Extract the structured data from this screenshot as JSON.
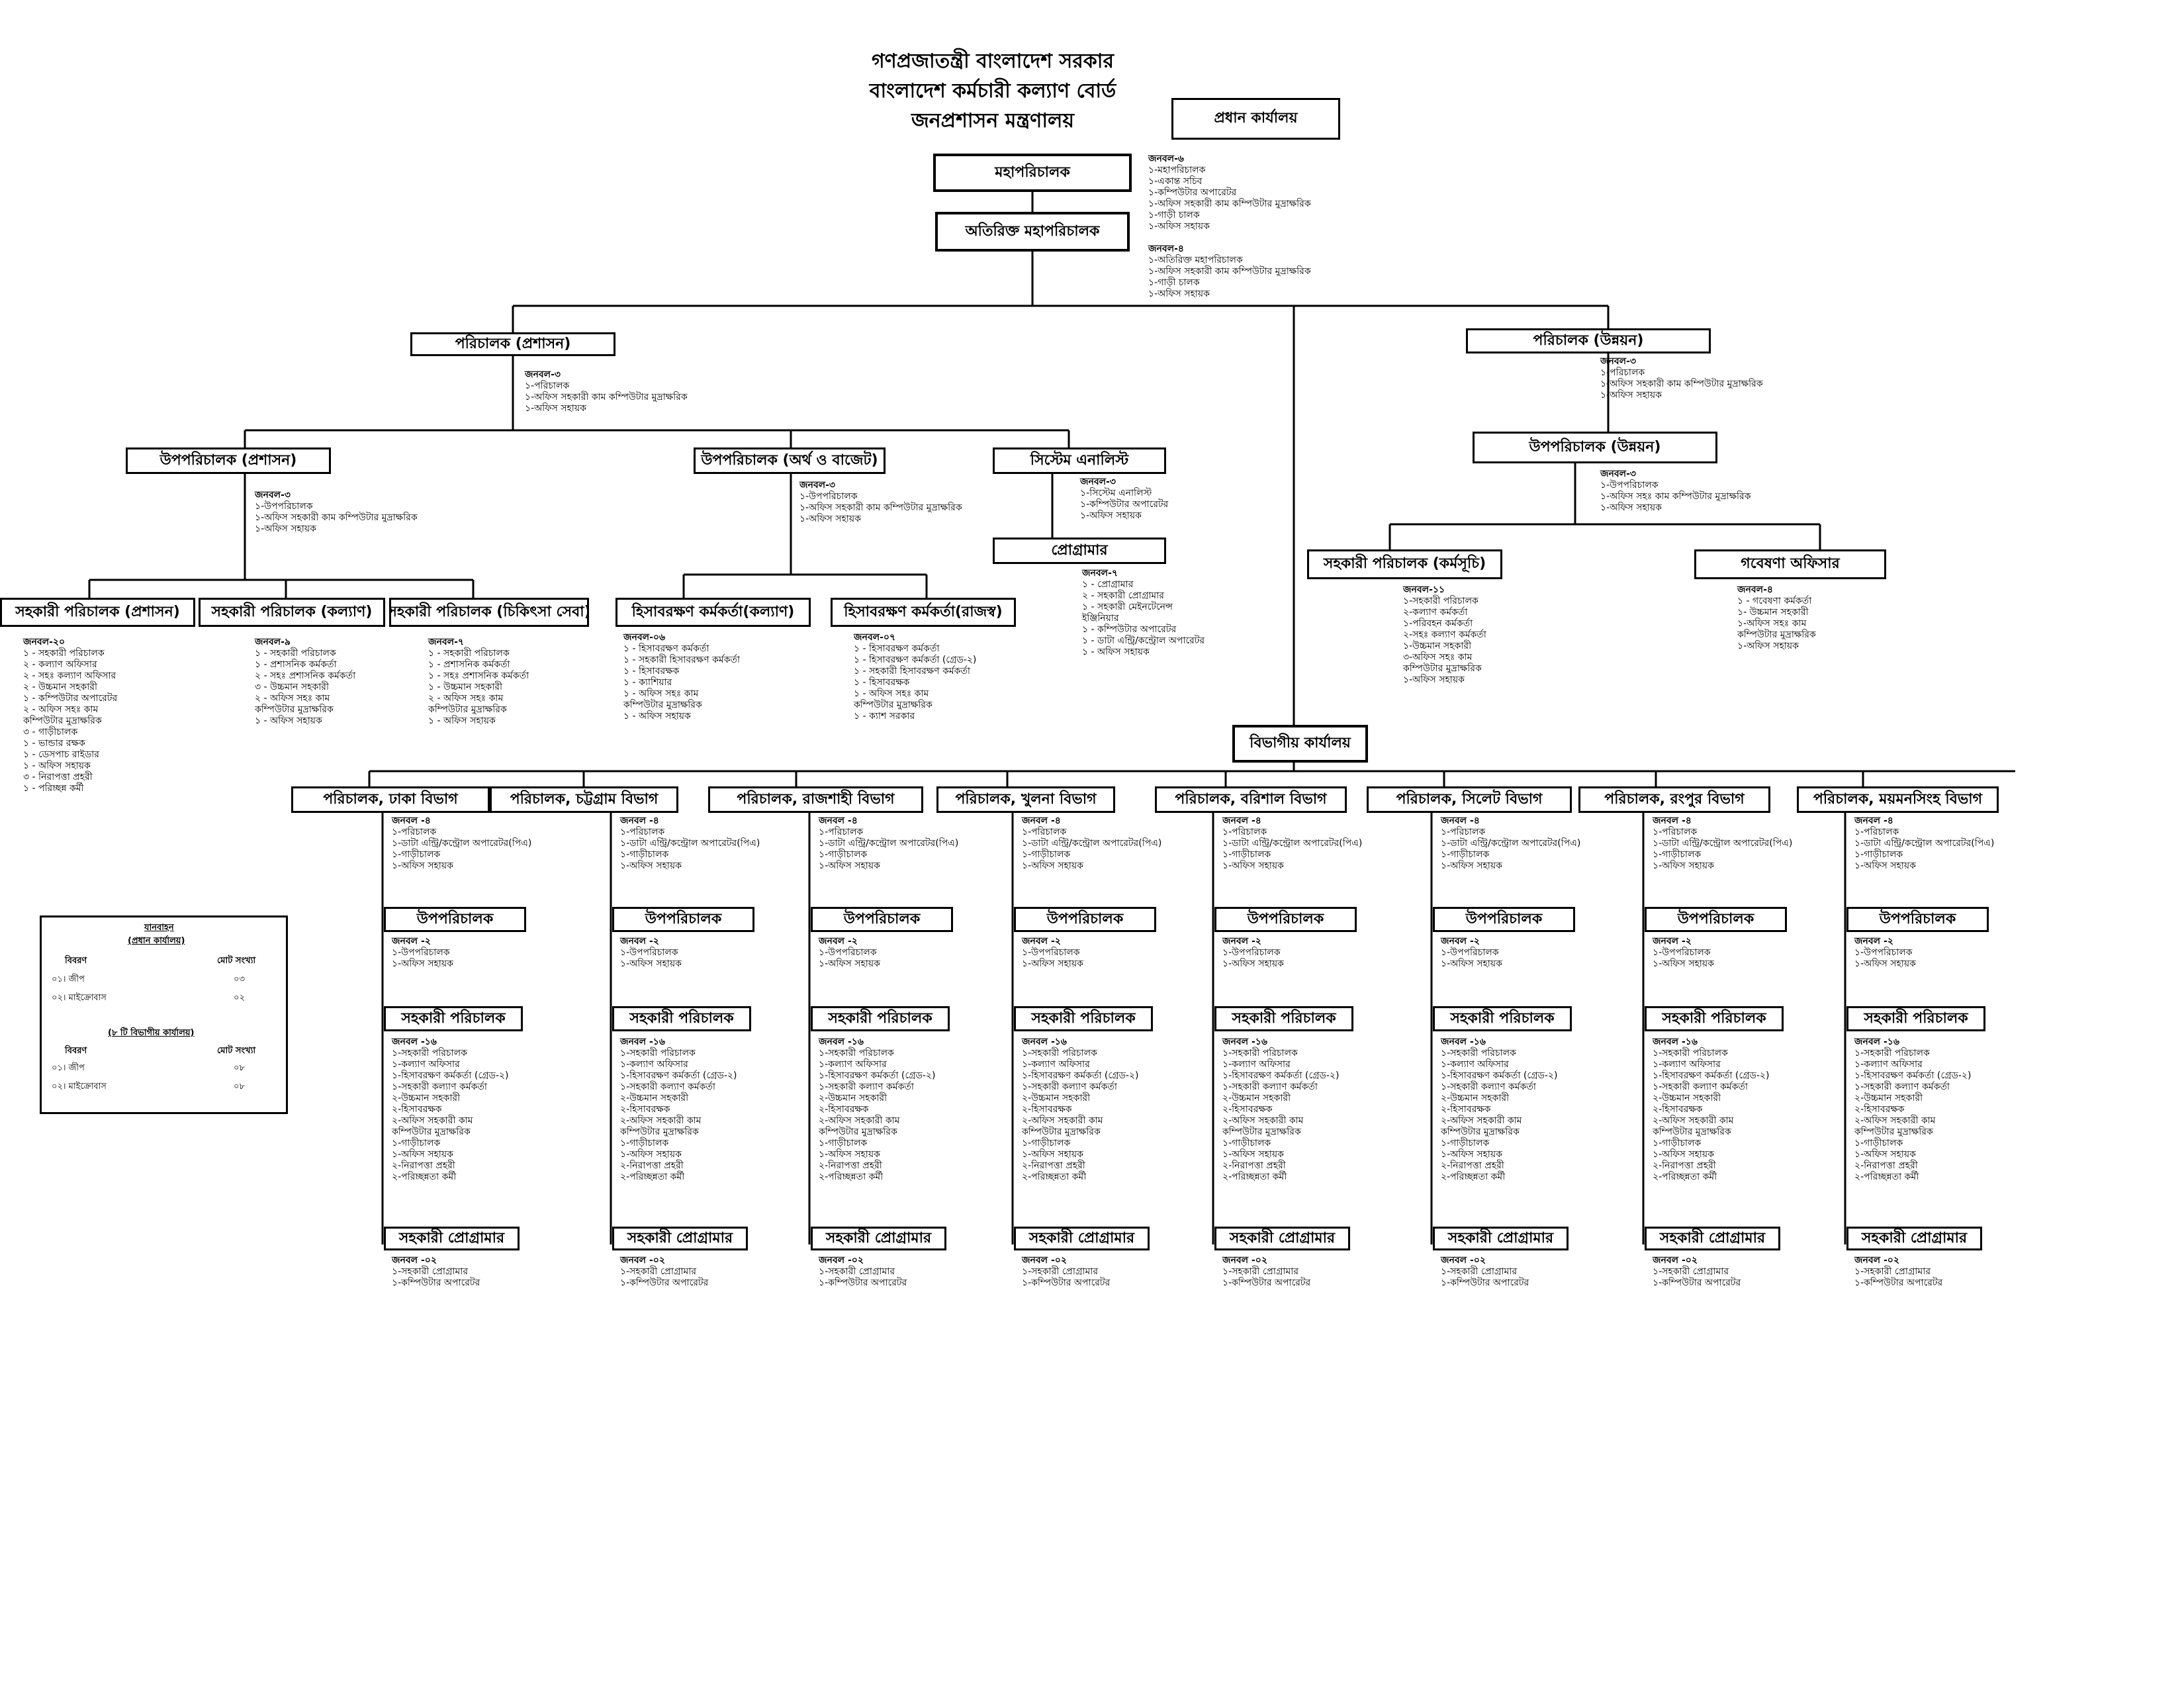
{
  "header": {
    "line1": "গণপ্রজাতন্ত্রী বাংলাদেশ সরকার",
    "line2": "বাংলাদেশ কর্মচারী কল্যাণ বোর্ড",
    "line3": "জনপ্রশাসন মন্ত্রণালয়"
  },
  "head_office_label": "প্রধান কার্যালয়",
  "nodes": {
    "dg": "মহাপরিচালক",
    "adg": "অতিরিক্ত মহাপরিচালক",
    "dir_admin": "পরিচালক (প্রশাসন)",
    "dir_dev": "পরিচালক (উন্নয়ন)",
    "dd_admin": "উপপরিচালক (প্রশাসন)",
    "dd_fin": "উপপরিচালক (অর্থ ও বাজেট)",
    "sys_analyst": "সিস্টেম এনালিস্ট",
    "programmer": "প্রোগ্রামার",
    "dd_dev": "উপপরিচালক (উন্নয়ন)",
    "ad_admin": "সহকারী পরিচালক (প্রশাসন)",
    "ad_welfare": "সহকারী পরিচালক (কল্যাণ)",
    "ad_medical": "সহকারী পরিচালক (চিকিৎসা সেবা)",
    "ao_welfare": "হিসাবরক্ষণ কর্মকর্তা(কল্যাণ)",
    "ao_revenue": "হিসাবরক্ষণ কর্মকর্তা(রাজস্ব)",
    "ad_program": "সহকারী পরিচালক (কর্মসূচি)",
    "research": "গবেষণা অফিসার",
    "divisional": "বিভাগীয় কার্যালয়"
  },
  "staffing": {
    "dg": [
      "জনবল-৬",
      "১-মহাপরিচালক",
      "১-একান্ত সচিব",
      "১-কম্পিউটার অপারেটর",
      "১-অফিস সহকারী কাম কম্পিউটার মুদ্রাক্ষরিক",
      "১-গাড়ী চালক",
      "১-অফিস সহায়ক"
    ],
    "adg": [
      "জনবল-৪",
      "১-অতিরিক্ত মহাপরিচালক",
      "১-অফিস সহকারী কাম কম্পিউটার মুদ্রাক্ষরিক",
      "১-গাড়ী চালক",
      "১-অফিস সহায়ক"
    ],
    "dir_admin": [
      "জনবল-৩",
      "১-পরিচালক",
      "১-অফিস সহকারী কাম কম্পিউটার মুদ্রাক্ষরিক",
      "১-অফিস সহায়ক"
    ],
    "dir_dev": [
      "জনবল-৩",
      "১-পরিচালক",
      "১-অফিস সহকারী কাম কম্পিউটার মুদ্রাক্ষরিক",
      "১-অফিস সহায়ক"
    ],
    "dd_admin": [
      "জনবল-৩",
      "১-উপপরিচালক",
      "১-অফিস সহকারী কাম কম্পিউটার মুদ্রাক্ষরিক",
      "১-অফিস সহায়ক"
    ],
    "dd_fin": [
      "জনবল-৩",
      "১-উপপরিচালক",
      "১-অফিস সহকারী কাম কম্পিউটার মুদ্রাক্ষরিক",
      "১-অফিস সহায়ক"
    ],
    "sys_analyst": [
      "জনবল-৩",
      "১-সিস্টেম এনালিস্ট",
      "১-কম্পিউটার অপারেটর",
      "১-অফিস সহায়ক"
    ],
    "programmer": [
      "জনবল-৭",
      "১ - প্রোগ্রামার",
      "২ - সহকারী প্রোগ্রামার",
      "১ - সহকারী মেইনটেনেন্স",
      "ইঞ্জিনিয়ার",
      "১ - কম্পিউটার অপারেটর",
      "১ - ডাটা এন্ট্রি/কন্ট্রোল অপারেটর",
      "১ - অফিস সহায়ক"
    ],
    "dd_dev": [
      "জনবল-৩",
      "১-উপপরিচালক",
      "১-অফিস সহঃ কাম কম্পিউটার মুদ্রাক্ষরিক",
      "১-অফিস সহায়ক"
    ],
    "ad_admin": [
      "জনবল-২০",
      "১ - সহকারী পরিচালক",
      "২ - কল্যাণ অফিসার",
      "২ - সহঃ কল্যাণ অফিসার",
      "২ - উচ্চমান সহকারী",
      "১ - কম্পিউটার অপারেটর",
      "২ - অফিস সহঃ কাম",
      "কম্পিউটার মুদ্রাক্ষরিক",
      "৩ - গাড়ীচালক",
      "১ - ভান্ডার রক্ষক",
      "১ - ডেসপাচ রাইডার",
      "১ - অফিস সহায়ক",
      "৩ - নিরাপত্তা প্রহরী",
      "১ - পরিচ্ছন্ন কর্মী"
    ],
    "ad_welfare": [
      "জনবল-৯",
      "১ - সহকারী পরিচালক",
      "১ - প্রশাসনিক কর্মকর্তা",
      "২ - সহঃ প্রশাসনিক কর্মকর্তা",
      "৩ - উচ্চমান সহকারী",
      "২ - অফিস সহঃ কাম",
      "কম্পিউটার মুদ্রাক্ষরিক",
      "১ - অফিস সহায়ক"
    ],
    "ad_medical": [
      "জনবল-৭",
      "১ - সহকারী পরিচালক",
      "১ - প্রশাসনিক কর্মকর্তা",
      "১ - সহঃ প্রশাসনিক কর্মকর্তা",
      "১ - উচ্চমান সহকারী",
      "২ - অফিস সহঃ কাম",
      "কম্পিউটার মুদ্রাক্ষরিক",
      "১ - অফিস সহায়ক"
    ],
    "ao_welfare": [
      "জনবল-০৬",
      "১ - হিসাবরক্ষণ কর্মকর্তা",
      "১ - সহকারী হিসাবরক্ষণ কর্মকর্তা",
      "১ - হিসাবরক্ষক",
      "১ - ক্যাশিয়ার",
      "১ - অফিস সহঃ কাম",
      "কম্পিউটার মুদ্রাক্ষরিক",
      "১ - অফিস সহায়ক"
    ],
    "ao_revenue": [
      "জনবল-০৭",
      "১ - হিসাবরক্ষণ কর্মকর্তা",
      "১ - হিসাবরক্ষণ কর্মকর্তা (গ্রেড-২)",
      "১ - সহকারী হিসাবরক্ষণ কর্মকর্তা",
      "১ - হিসাবরক্ষক",
      "১ - অফিস সহঃ কাম",
      "কম্পিউটার মুদ্রাক্ষরিক",
      "১ - ক্যাশ সরকার"
    ],
    "ad_program": [
      "জনবল-১১",
      "১-সহকারী পরিচালক",
      "২-কল্যাণ কর্মকর্তা",
      "১-পরিবহন কর্মকর্তা",
      "২-সহঃ কল্যাণ কর্মকর্তা",
      "১-উচ্চমান সহকারী",
      "৩-অফিস সহঃ কাম",
      "কম্পিউটার মুদ্রাক্ষরিক",
      "১-অফিস সহায়ক"
    ],
    "research": [
      "জনবল-৪",
      "১ - গবেষণা কর্মকর্তা",
      "১- উচ্চমান সহকারী",
      "১-অফিস সহঃ কাম",
      "কম্পিউটার মুদ্রাক্ষরিক",
      "১-অফিস সহায়ক"
    ]
  },
  "divisions": [
    {
      "name": "পরিচালক, ঢাকা বিভাগ"
    },
    {
      "name": "পরিচালক, চট্টগ্রাম বিভাগ"
    },
    {
      "name": "পরিচালক, রাজশাহী বিভাগ"
    },
    {
      "name": "পরিচালক, খুলনা বিভাগ"
    },
    {
      "name": "পরিচালক, বরিশাল বিভাগ"
    },
    {
      "name": "পরিচালক, সিলেট বিভাগ"
    },
    {
      "name": "পরিচালক, রংপুর বিভাগ"
    },
    {
      "name": "পরিচালক, ময়মনসিংহ বিভাগ"
    }
  ],
  "division_template": {
    "dir_staff": [
      "জনবল -৪",
      "১-পরিচালক",
      "১-ডাটা এন্ট্রি/কন্ট্রোল অপারেটর(পিএ)",
      "১-গাড়ীচালক",
      "১-অফিস সহায়ক"
    ],
    "dd_label": "উপপরিচালক",
    "dd_staff": [
      "জনবল -২",
      "১-উপপরিচালক",
      "১-অফিস সহায়ক"
    ],
    "ad_label": "সহকারী পরিচালক",
    "ad_staff": [
      "জনবল -১৬",
      "১-সহকারী পরিচালক",
      "১-কল্যাণ অফিসার",
      "১-হিসাবরক্ষণ কর্মকর্তা (গ্রেড-২)",
      "১-সহকারী কল্যাণ কর্মকর্তা",
      "২-উচ্চমান সহকারী",
      "২-হিসাবরক্ষক",
      "২-অফিস সহকারী কাম",
      "কম্পিউটার মুদ্রাক্ষরিক",
      "১-গাড়ীচালক",
      "১-অফিস সহায়ক",
      "২-নিরাপত্তা প্রহরী",
      "২-পরিচ্ছন্নতা কর্মী"
    ],
    "ap_label": "সহকারী প্রোগ্রামার",
    "ap_staff": [
      "জনবল -০২",
      "১-সহকারী প্রোগ্রামার",
      "১-কম্পিউটার অপারেটর"
    ]
  },
  "vehicles": {
    "title": "যানবাহন",
    "subtitle1": "(প্রধান কার্যালয়)",
    "col1": "বিবরণ",
    "col2": "মোট সংখ্যা",
    "rows1": [
      {
        "item": "০১। জীপ",
        "count": "০৩"
      },
      {
        "item": "০২। মাইক্রোবাস",
        "count": "০২"
      }
    ],
    "subtitle2": "(৮ টি বিভাগীয় কার্যালয়)",
    "rows2": [
      {
        "item": "০১। জীপ",
        "count": "০৮"
      },
      {
        "item": "০২। মাইক্রোবাস",
        "count": "০৮"
      }
    ]
  }
}
